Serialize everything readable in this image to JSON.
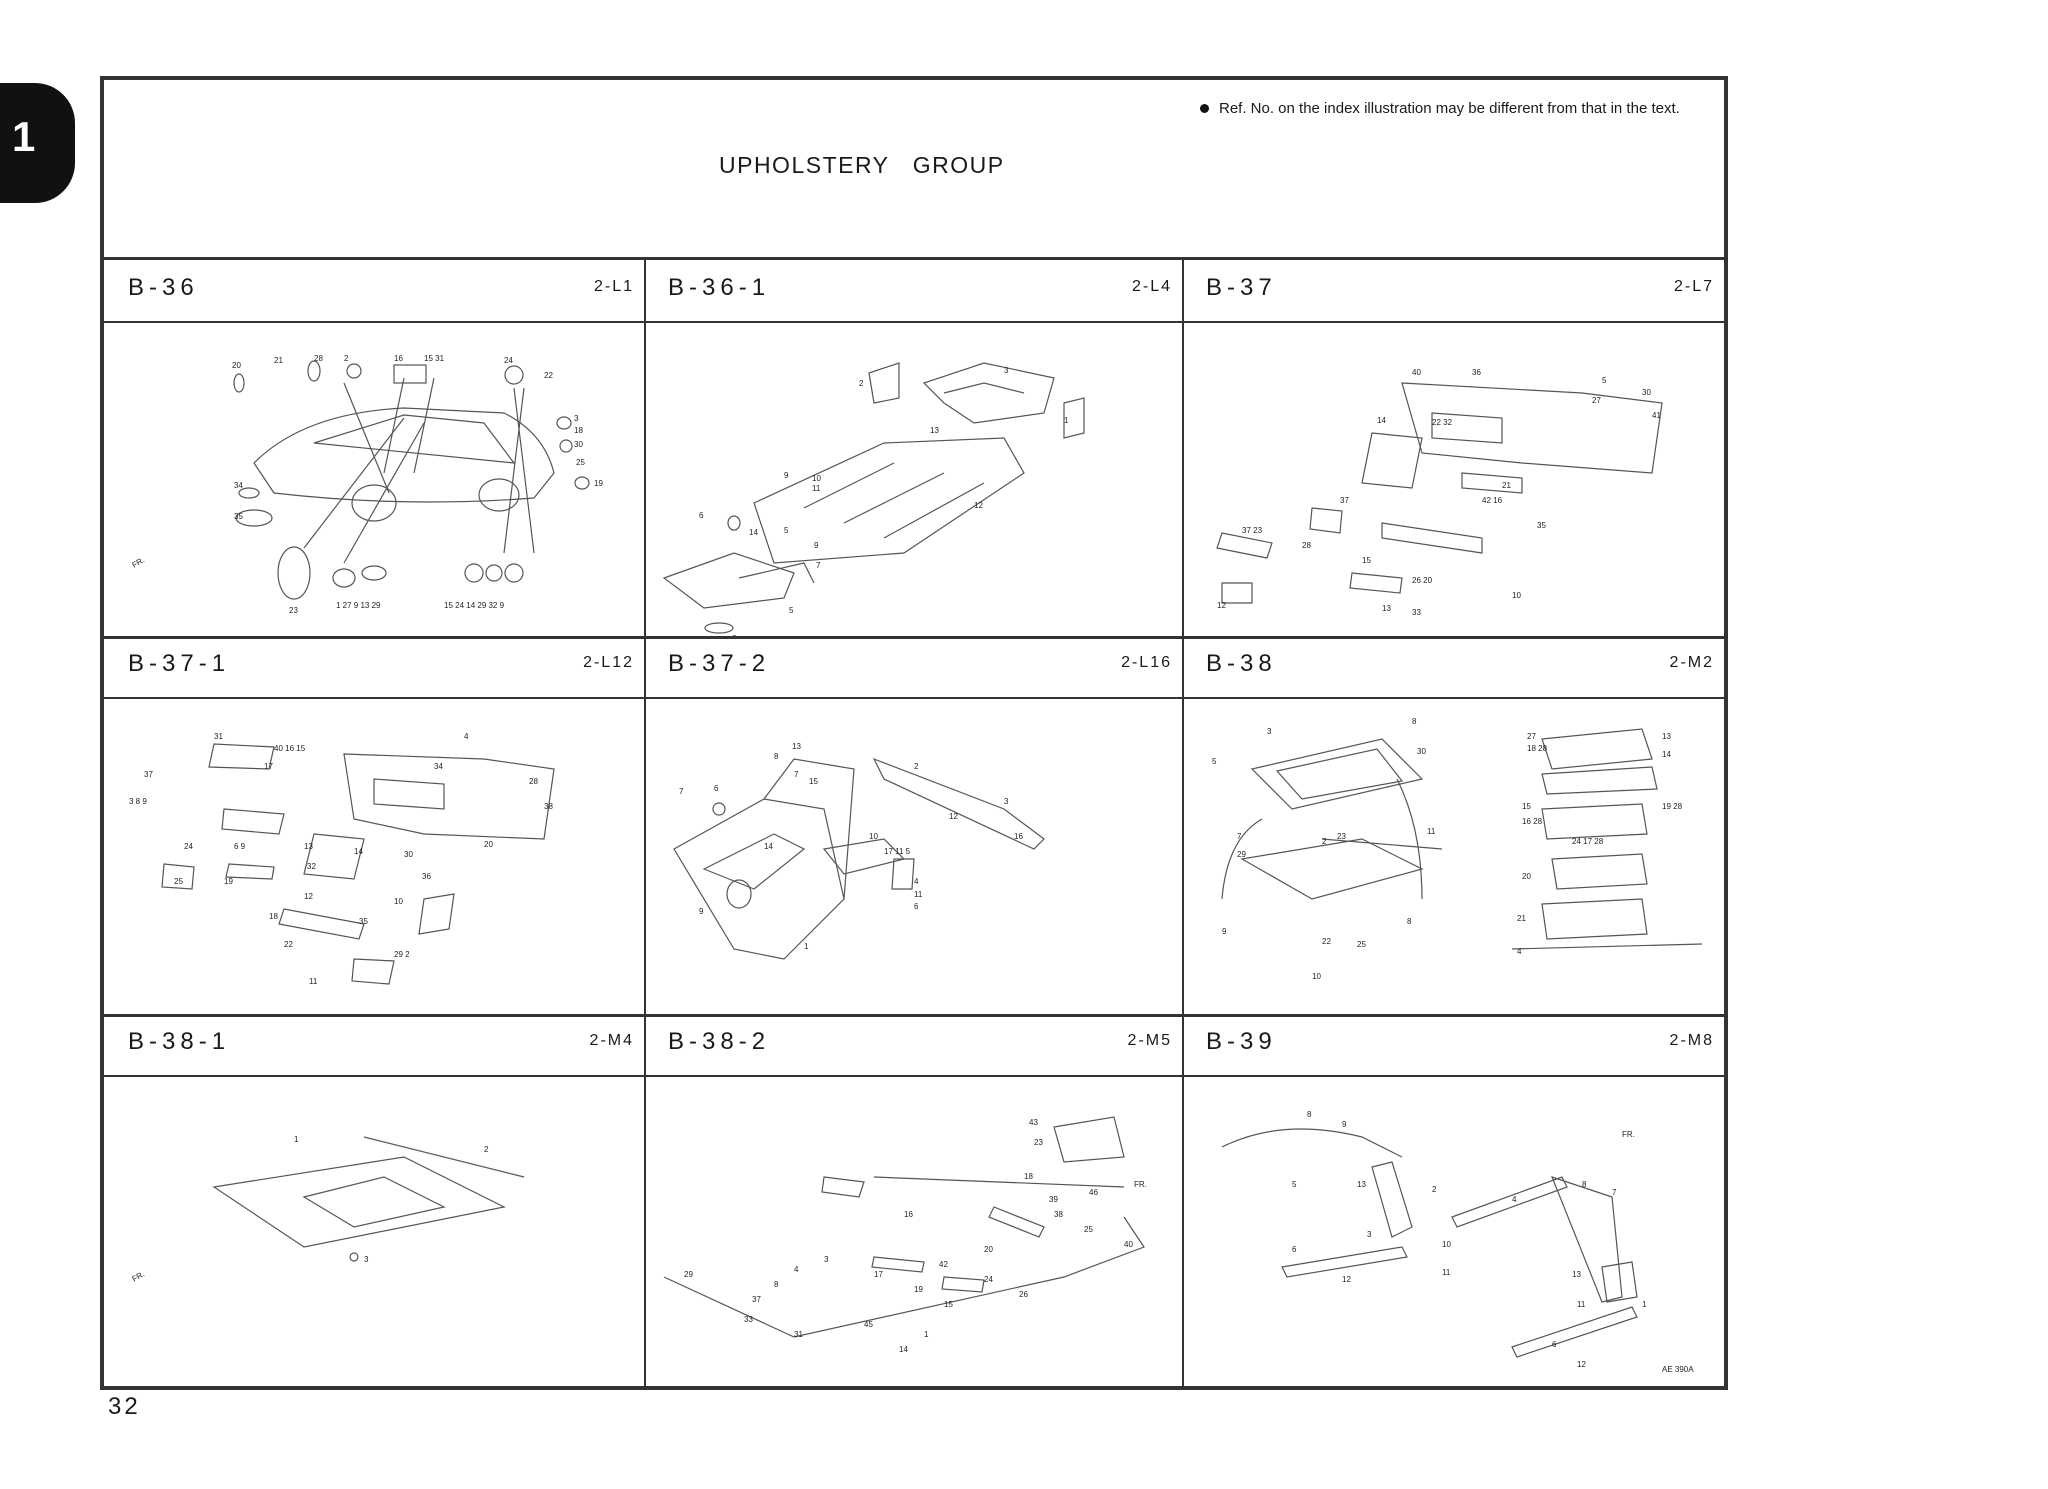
{
  "section_tab": {
    "number": "1"
  },
  "header": {
    "title": "UPHOLSTERY   GROUP",
    "note": "Ref. No. on the index illustration may be different from that in the text."
  },
  "cells": [
    {
      "ref": "B-36",
      "loc": "2-L1",
      "icon": "car-body-exploded-diagram"
    },
    {
      "ref": "B-36-1",
      "loc": "2-L4",
      "icon": "floor-carpet-diagram"
    },
    {
      "ref": "B-37",
      "loc": "2-L7",
      "icon": "dashboard-diagram"
    },
    {
      "ref": "B-37-1",
      "loc": "2-L12",
      "icon": "dashboard-exploded-diagram"
    },
    {
      "ref": "B-37-2",
      "loc": "2-L16",
      "icon": "glovebox-diagram"
    },
    {
      "ref": "B-38",
      "loc": "2-M2",
      "icon": "sunroof-diagram"
    },
    {
      "ref": "B-38-1",
      "loc": "2-M4",
      "icon": "headliner-diagram"
    },
    {
      "ref": "B-38-2",
      "loc": "2-M5",
      "icon": "sunroof-mechanism-diagram"
    },
    {
      "ref": "B-39",
      "loc": "2-M8",
      "icon": "pillar-trim-diagram"
    }
  ],
  "page_number": "32"
}
